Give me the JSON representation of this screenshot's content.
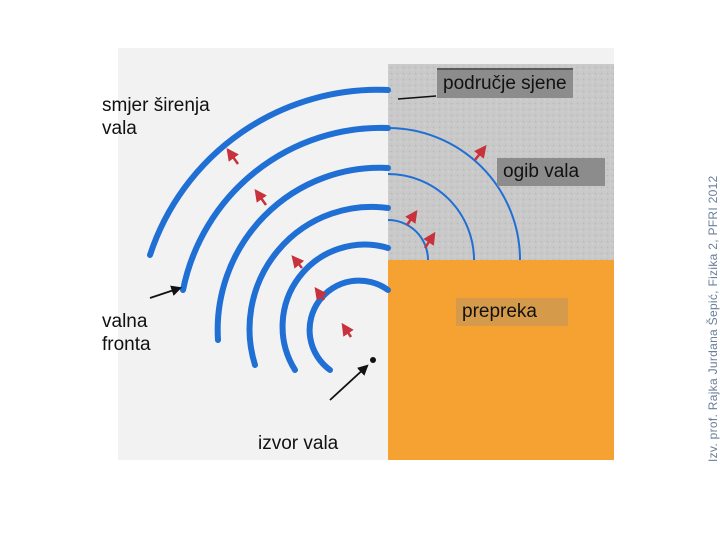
{
  "diagram": {
    "labels": {
      "shadow_region": "područje sjene",
      "propagation_direction_line1": "smjer širenja",
      "propagation_direction_line2": "vala",
      "diffraction": "ogib vala",
      "wavefront_line1": "valna",
      "wavefront_line2": "fronta",
      "obstacle": "prepreka",
      "source": "izvor vala"
    },
    "credit": "Izv. prof. Rajka Jurdana Šepić, Fizika 2, PFRI 2012",
    "colors": {
      "wave": "#1f6fd4",
      "arrow": "#c8323c",
      "obstacle": "#f5a233",
      "shadow": "#c8c8c8",
      "panel": "#f2f2f2",
      "label_box": "#8c8c8c"
    }
  }
}
